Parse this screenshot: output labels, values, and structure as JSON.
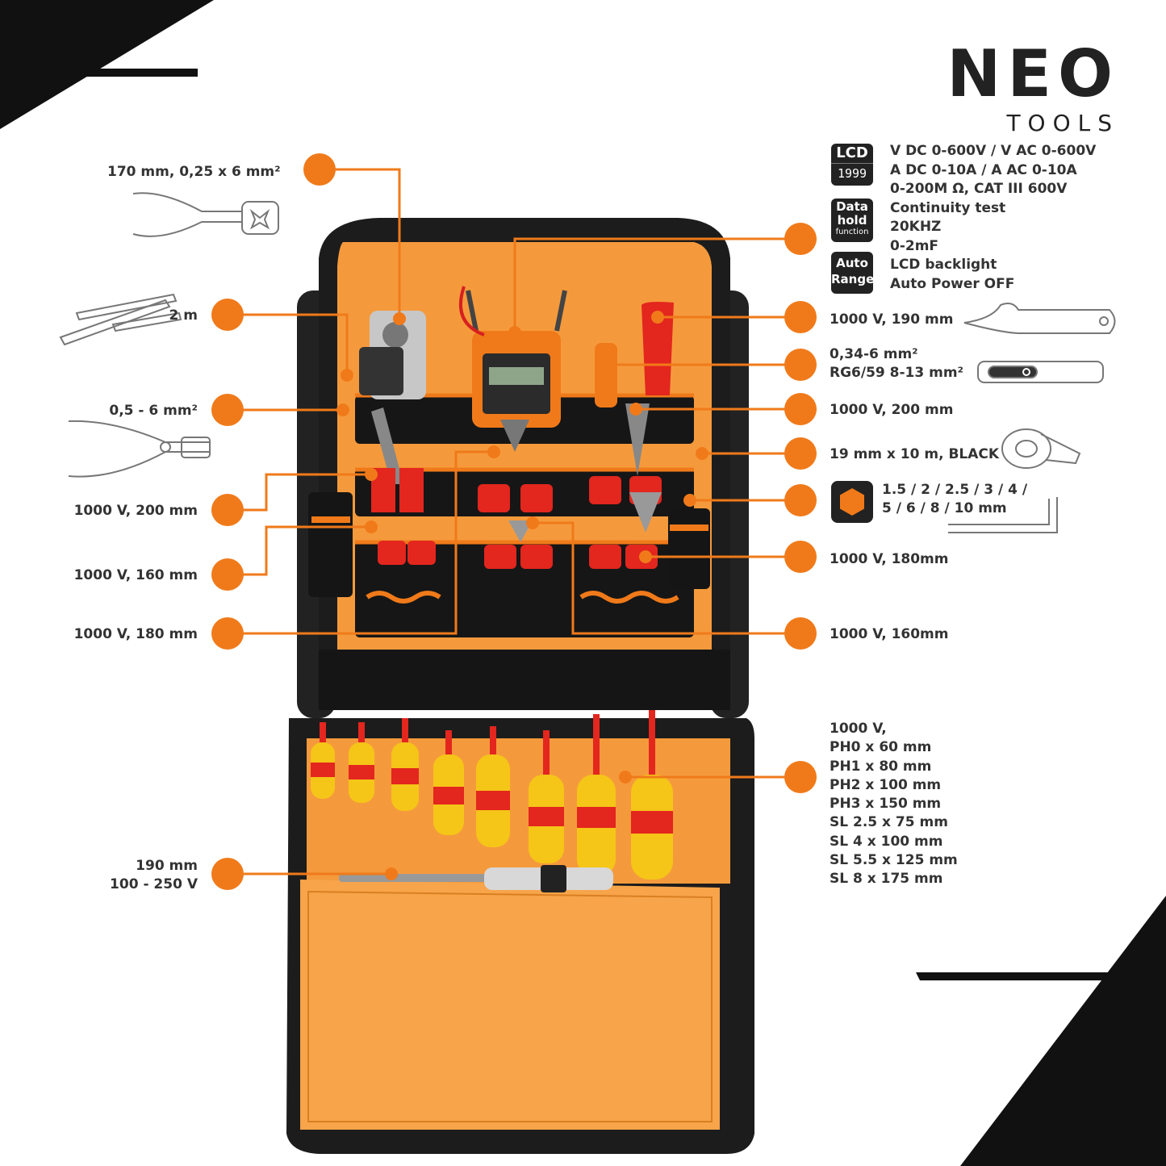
{
  "brand": {
    "name": "NEO",
    "subtitle": "TOOLS"
  },
  "colors": {
    "accent": "#f07a1a",
    "bag": "#1c1c1c",
    "lining": "#f59a3c",
    "insulated_red": "#e3261e",
    "insulated_yellow": "#f5c518"
  },
  "left_labels": {
    "crimper": "170 mm, 0,25 x 6 mm²",
    "ruler": "2 m",
    "stripper": "0,5 - 6 mm²",
    "long_nose": "1000 V, 200 mm",
    "round_nose": "1000 V, 160 mm",
    "combination": "1000 V, 180 mm",
    "tester_line1": "190 mm",
    "tester_line2": "100 - 250 V"
  },
  "multimeter": {
    "badges": {
      "lcd": "LCD",
      "lcd_digits": "1999",
      "hold_line1": "Data",
      "hold_line2": "hold",
      "hold_line3": "function",
      "auto_line1": "Auto",
      "auto_line2": "Range"
    },
    "specs": [
      "V DC 0-600V / V AC 0-600V",
      "A DC 0-10A / A AC 0-10A",
      "0-200M Ω, CAT III 600V",
      "Continuity test",
      "20KHZ",
      "0-2mF",
      "LCD backlight",
      "Auto Power OFF"
    ]
  },
  "right_labels": {
    "knife": "1000 V, 190 mm",
    "coax_line1": "0,34-6 mm²",
    "coax_line2": "RG6/59 8-13 mm²",
    "bent_nose": "1000 V, 200 mm",
    "tape": "19 mm x 10 m, BLACK",
    "hex_line1": "1.5 / 2 / 2.5 / 3 / 4 /",
    "hex_line2": "5 / 6 / 8 / 10 mm",
    "cutter": "1000 V, 180mm",
    "diagonal": "1000 V, 160mm"
  },
  "screwdrivers": [
    "1000 V,",
    "PH0 x 60 mm",
    "PH1 x 80 mm",
    "PH2 x 100 mm",
    "PH3 x 150 mm",
    "SL 2.5 x 75 mm",
    "SL 4 x 100 mm",
    "SL 5.5 x 125 mm",
    "SL 8 x 175 mm"
  ]
}
